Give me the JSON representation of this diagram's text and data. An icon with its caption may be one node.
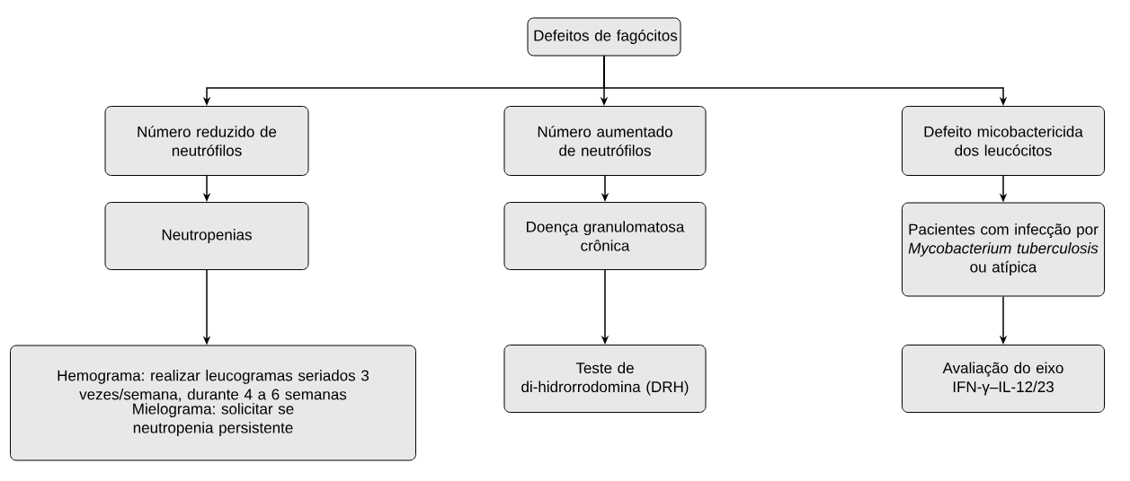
{
  "diagram": {
    "nodes": [
      {
        "text": [
          "Defeitos de fagócitos"
        ]
      },
      {
        "text": [
          "Número reduzido de neutrófilos"
        ]
      },
      {
        "text": [
          "Número aumentado de neutrófilos"
        ]
      },
      {
        "text": [
          "Defeito micobactericida dos leucócitos"
        ]
      },
      {
        "text": [
          "Neutropenias"
        ]
      },
      {
        "text": [
          "Doença granulomatosa crônica"
        ]
      },
      {
        "text": [
          "Pacientes com infecção por *Mycobacterium tuberculosis* ou atípica"
        ]
      },
      {
        "text": [
          "Hemograma: realizar leucogramas seriados 3 vezes/semana, durante 4 a 6 semanas",
          "Mielograma: solicitar se neutropenia persistente"
        ]
      },
      {
        "text": [
          "Teste de di-hidrorrodomina (DRH)"
        ]
      },
      {
        "text": [
          "Avaliação do eixo IFN-γ–IL-12/23"
        ]
      }
    ],
    "edges": [
      {
        "from": 0,
        "to": 1,
        "arrow": "to"
      },
      {
        "from": 0,
        "to": 2,
        "arrow": "to"
      },
      {
        "from": 0,
        "to": 3,
        "arrow": "to"
      },
      {
        "from": 1,
        "to": 4,
        "arrow": "to"
      },
      {
        "from": 2,
        "to": 5,
        "arrow": "to"
      },
      {
        "from": 3,
        "to": 6,
        "arrow": "to"
      },
      {
        "from": 4,
        "to": 7,
        "arrow": "to"
      },
      {
        "from": 5,
        "to": 8,
        "arrow": "to"
      },
      {
        "from": 6,
        "to": 9,
        "arrow": "to"
      }
    ]
  }
}
